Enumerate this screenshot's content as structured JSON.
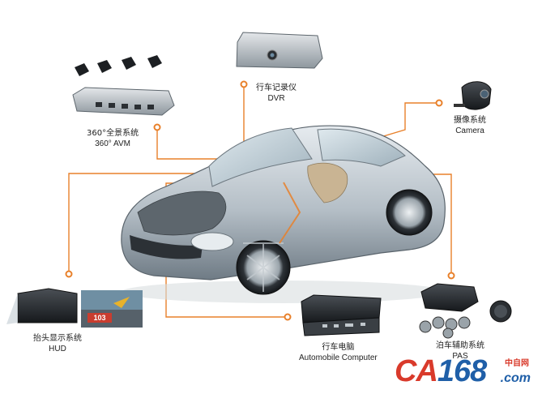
{
  "colors": {
    "connector": "#e8802a",
    "dot": "#e8802a",
    "car_body": "#b9c2c9",
    "brand_red": "#d93a2b",
    "brand_blue": "#1f5fa8"
  },
  "components": [
    {
      "id": "dvr",
      "zh": "行车记录仪",
      "en": "DVR"
    },
    {
      "id": "avm",
      "zh": "360°全景系统",
      "en": "360° AVM"
    },
    {
      "id": "camera",
      "zh": "摄像系统",
      "en": "Camera"
    },
    {
      "id": "hud",
      "zh": "抬头显示系统",
      "en": "HUD"
    },
    {
      "id": "computer",
      "zh": "行车电脑",
      "en": "Automobile Computer"
    },
    {
      "id": "pas",
      "zh": "泊车辅助系统",
      "en": "PAS"
    }
  ],
  "watermark": {
    "logo_ca": "CA",
    "logo_num": "168",
    "domain": ".com",
    "zh": "中自网"
  },
  "hud_screen_text": "103"
}
